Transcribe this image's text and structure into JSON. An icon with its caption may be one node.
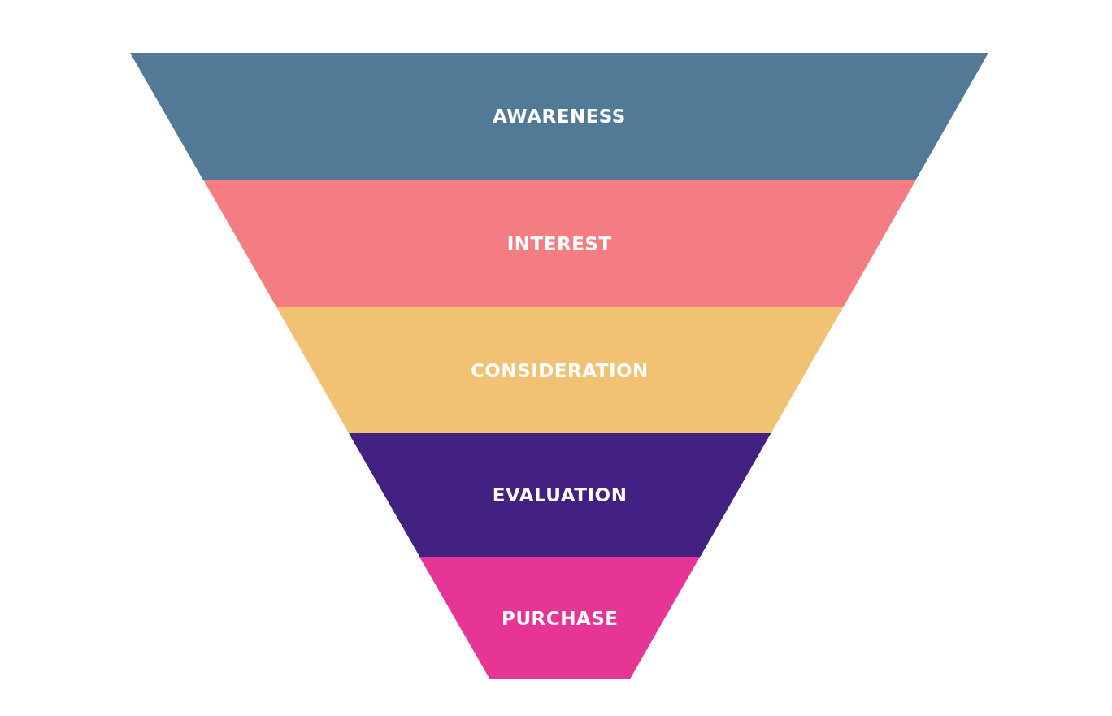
{
  "diagram": {
    "nodes": [
      {
        "text": [
          "AWARENESS"
        ]
      },
      {
        "text": [
          "INTEREST"
        ]
      },
      {
        "text": [
          "CONSIDERATION"
        ]
      },
      {
        "text": [
          "EVALUATION"
        ]
      },
      {
        "text": [
          "PURCHASE"
        ]
      }
    ]
  }
}
